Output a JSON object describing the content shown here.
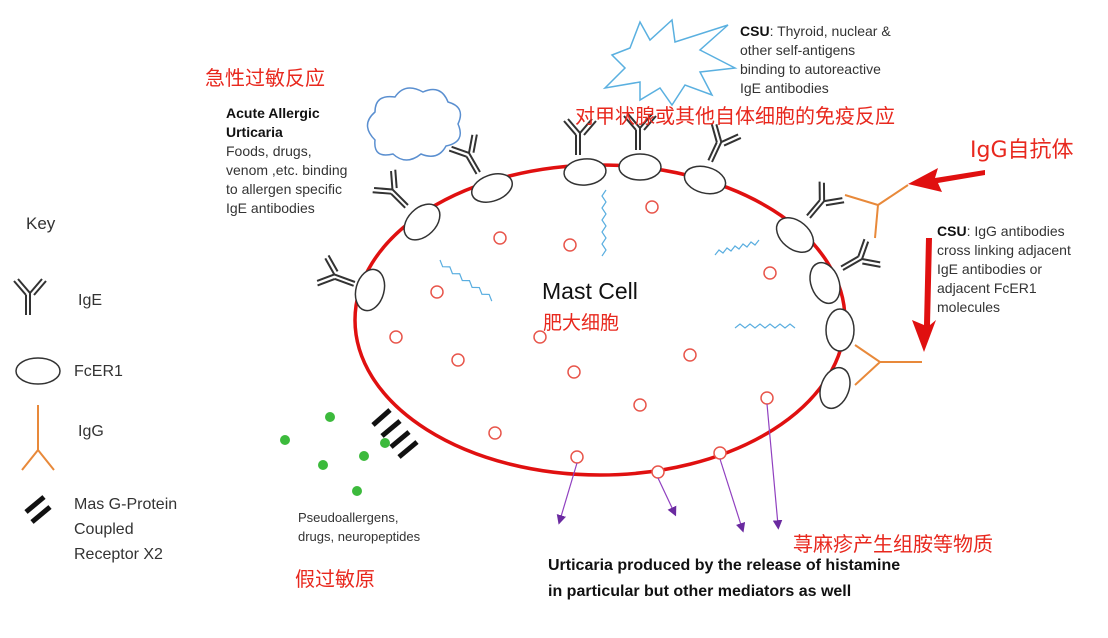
{
  "cn_labels": {
    "acute": "急性过敏反应",
    "thyroid": "对甲状腺或其他自体细胞的免疫反应",
    "igg_auto": "IgG自抗体",
    "mast_cn": "肥大细胞",
    "pseudo_cn": "假过敏原",
    "histamine_cn": "荨麻疹产生组胺等物质"
  },
  "acute_text": {
    "title_1": "Acute Allergic",
    "title_2": "Urticaria",
    "lines": [
      "Foods, drugs,",
      "venom ,etc. binding",
      "to allergen specific",
      "IgE antibodies"
    ]
  },
  "csu_top": {
    "bold": "CSU",
    "lines": [
      ": Thyroid, nuclear &",
      "other self-antigens",
      "binding to autoreactive",
      "IgE antibodies"
    ]
  },
  "csu_right": {
    "bold": "CSU",
    "lines": [
      ": IgG antibodies",
      "cross linking adjacent",
      "IgE antibodies or",
      "adjacent FcER1",
      "molecules"
    ]
  },
  "mast_cell": "Mast Cell",
  "pseudo": [
    "Pseudoallergens,",
    "drugs, neuropeptides"
  ],
  "histamine": [
    "Urticaria produced by the release of histamine",
    "in particular but other mediators as well"
  ],
  "key": {
    "title": "Key",
    "items": [
      "IgE",
      "FcER1",
      "IgG",
      "Mas G-Protein",
      "Coupled",
      "Receptor X2"
    ]
  },
  "colors": {
    "membrane": "#e01010",
    "granule": "#e8564c",
    "wavy": "#5aaee0",
    "igg": "#e8893a",
    "dots": "#3cba3c",
    "arrow": "#9040c0",
    "annot": "#e8281e"
  }
}
